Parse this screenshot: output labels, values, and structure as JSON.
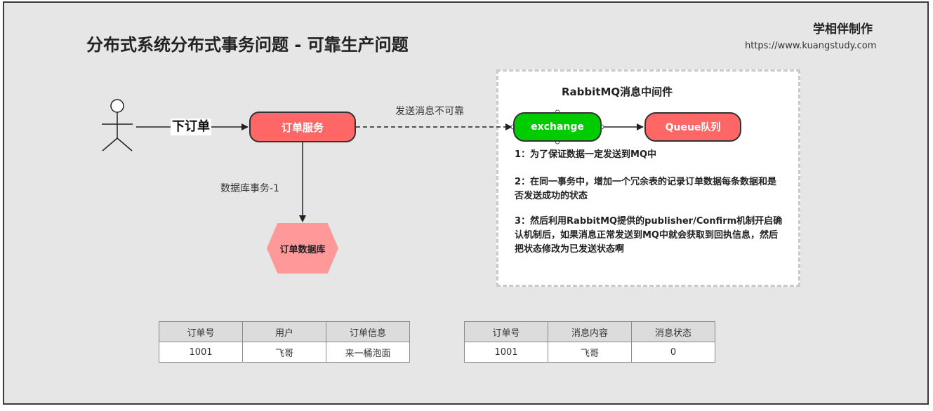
{
  "title": "分布式系统分布式事务问题 - 可靠生产问题",
  "brand": "学相伴制作",
  "url": "https://www.kuangstudy.com",
  "flow": {
    "place_order_label": "下订单",
    "order_service": "订单服务",
    "send_label": "发送消息不可靠",
    "db_tx_label": "数据库事务-1",
    "order_db": "订单数据库"
  },
  "mq": {
    "title": "RabbitMQ消息中间件",
    "exchange": "exchange",
    "queue": "Queue队列",
    "notes": [
      "1：为了保证数据一定发送到MQ中",
      "2：在同一事务中，增加一个冗余表的记录订单数据每条数据和是否发送成功的状态",
      "3：然后利用RabbitMQ提供的publisher/Confirm机制开启确认机制后，如果消息正常发送到MQ中就会获取到回执信息，然后把状态修改为已发送状态啊"
    ]
  },
  "orders_table": {
    "headers": [
      "订单号",
      "用户",
      "订单信息"
    ],
    "rows": [
      [
        "1001",
        "飞哥",
        "来一桶泡面"
      ]
    ]
  },
  "messages_table": {
    "headers": [
      "订单号",
      "消息内容",
      "消息状态"
    ],
    "rows": [
      [
        "1001",
        "飞哥",
        "0"
      ]
    ]
  },
  "colors": {
    "order_service": "#ff6666",
    "exchange": "#00cc00",
    "queue": "#ff6666",
    "order_db": "#ff9999"
  }
}
